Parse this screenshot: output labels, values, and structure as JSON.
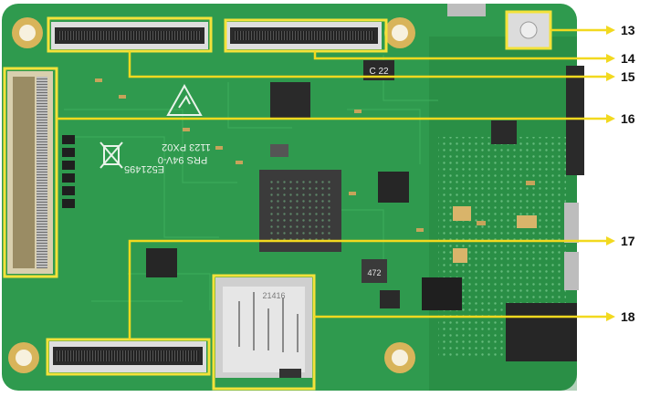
{
  "board": {
    "colors": {
      "pcb": "#2f9a4e",
      "pcb_dark": "#217a3a",
      "trace": "#3fae5e",
      "silk": "#e9f3ea",
      "connector": "#2b2b2b",
      "connector_frame": "#c9b98a",
      "gold": "#d8b45a",
      "highlight": "#f4e23a",
      "leader": "#f2d91f"
    },
    "silkscreen": {
      "part_number": "E521495",
      "rating": "PRS 94V-0",
      "date_code": "1123 PX02",
      "inductor_mark": "472",
      "sd_mark": "21416",
      "ic_mark": "C 22"
    }
  },
  "callouts": [
    {
      "id": "13",
      "label": "13"
    },
    {
      "id": "14",
      "label": "14"
    },
    {
      "id": "15",
      "label": "15"
    },
    {
      "id": "16",
      "label": "16"
    },
    {
      "id": "17",
      "label": "17"
    },
    {
      "id": "18",
      "label": "18"
    }
  ]
}
